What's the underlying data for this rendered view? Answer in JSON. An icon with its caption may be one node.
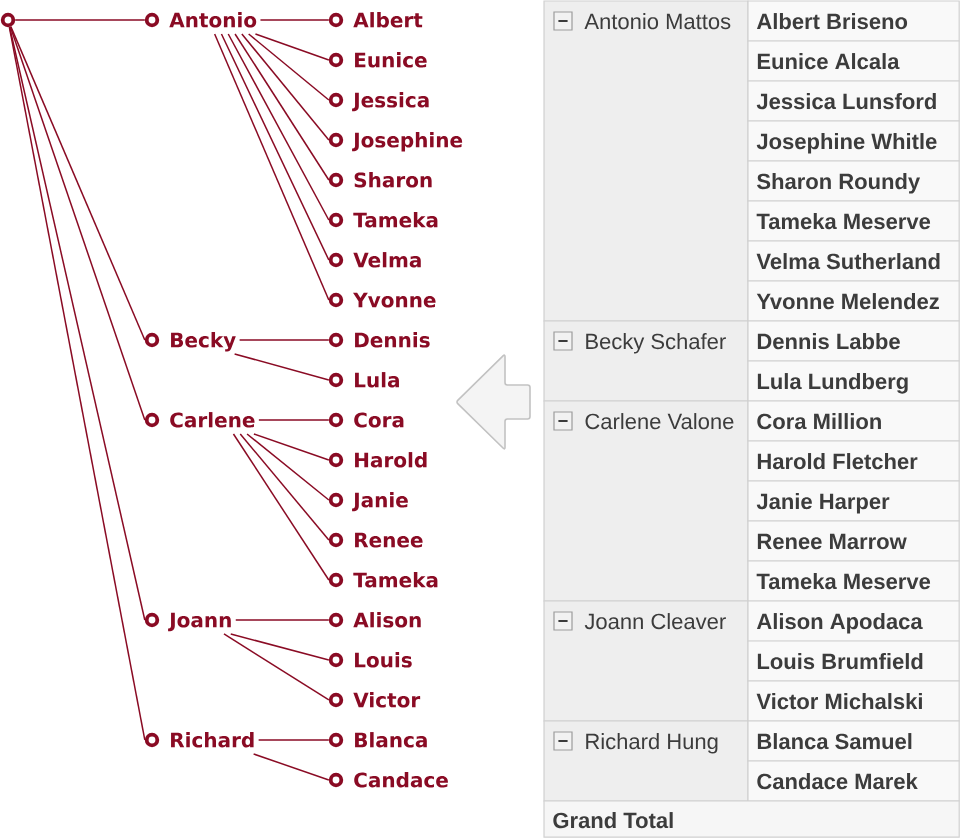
{
  "diagram": {
    "nodes": [
      {
        "text": [],
        "shape": "circle"
      },
      {
        "text": [
          "Antonio"
        ]
      },
      {
        "text": [
          "Albert"
        ]
      },
      {
        "text": [
          "Eunice"
        ]
      },
      {
        "text": [
          "Jessica"
        ]
      },
      {
        "text": [
          "Josephine"
        ]
      },
      {
        "text": [
          "Sharon"
        ]
      },
      {
        "text": [
          "Tameka"
        ]
      },
      {
        "text": [
          "Velma"
        ]
      },
      {
        "text": [
          "Yvonne"
        ]
      },
      {
        "text": [
          "Becky"
        ]
      },
      {
        "text": [
          "Dennis"
        ]
      },
      {
        "text": [
          "Lula"
        ]
      },
      {
        "text": [
          "Carlene"
        ]
      },
      {
        "text": [
          "Cora"
        ]
      },
      {
        "text": [
          "Harold"
        ]
      },
      {
        "text": [
          "Janie"
        ]
      },
      {
        "text": [
          "Renee"
        ]
      },
      {
        "text": [
          "Tameka"
        ]
      },
      {
        "text": [
          "Joann"
        ]
      },
      {
        "text": [
          "Alison"
        ]
      },
      {
        "text": [
          "Louis"
        ]
      },
      {
        "text": [
          "Victor"
        ]
      },
      {
        "text": [
          "Richard"
        ]
      },
      {
        "text": [
          "Blanca"
        ]
      },
      {
        "text": [
          "Candace"
        ]
      }
    ],
    "edges": [
      {
        "from": 0,
        "to": 1,
        "arrow": "none"
      },
      {
        "from": 1,
        "to": 2,
        "arrow": "none"
      },
      {
        "from": 1,
        "to": 3,
        "arrow": "none"
      },
      {
        "from": 1,
        "to": 4,
        "arrow": "none"
      },
      {
        "from": 1,
        "to": 5,
        "arrow": "none"
      },
      {
        "from": 1,
        "to": 6,
        "arrow": "none"
      },
      {
        "from": 1,
        "to": 7,
        "arrow": "none"
      },
      {
        "from": 1,
        "to": 8,
        "arrow": "none"
      },
      {
        "from": 1,
        "to": 9,
        "arrow": "none"
      },
      {
        "from": 0,
        "to": 10,
        "arrow": "none"
      },
      {
        "from": 10,
        "to": 11,
        "arrow": "none"
      },
      {
        "from": 10,
        "to": 12,
        "arrow": "none"
      },
      {
        "from": 0,
        "to": 13,
        "arrow": "none"
      },
      {
        "from": 13,
        "to": 14,
        "arrow": "none"
      },
      {
        "from": 13,
        "to": 15,
        "arrow": "none"
      },
      {
        "from": 13,
        "to": 16,
        "arrow": "none"
      },
      {
        "from": 13,
        "to": 17,
        "arrow": "none"
      },
      {
        "from": 13,
        "to": 18,
        "arrow": "none"
      },
      {
        "from": 0,
        "to": 19,
        "arrow": "none"
      },
      {
        "from": 19,
        "to": 20,
        "arrow": "none"
      },
      {
        "from": 19,
        "to": 21,
        "arrow": "none"
      },
      {
        "from": 19,
        "to": 22,
        "arrow": "none"
      },
      {
        "from": 0,
        "to": 23,
        "arrow": "none"
      },
      {
        "from": 23,
        "to": 24,
        "arrow": "none"
      },
      {
        "from": 23,
        "to": 25,
        "arrow": "none"
      }
    ],
    "labels": [
      "Antonio Mattos",
      "Albert Briseno",
      "Eunice Alcala",
      "Jessica Lunsford",
      "Josephine Whitle",
      "Sharon Roundy",
      "Tameka Meserve",
      "Velma Sutherland",
      "Yvonne Melendez",
      "Becky Schafer",
      "Dennis Labbe",
      "Lula Lundberg",
      "Carlene Valone",
      "Cora Million",
      "Harold Fletcher",
      "Janie Harper",
      "Renee Marrow",
      "Tameka Meserve",
      "Joann Cleaver",
      "Alison Apodaca",
      "Louis Brumfield",
      "Victor Michalski",
      "Richard Hung",
      "Blanca Samuel",
      "Candace Marek",
      "Grand Total"
    ]
  }
}
